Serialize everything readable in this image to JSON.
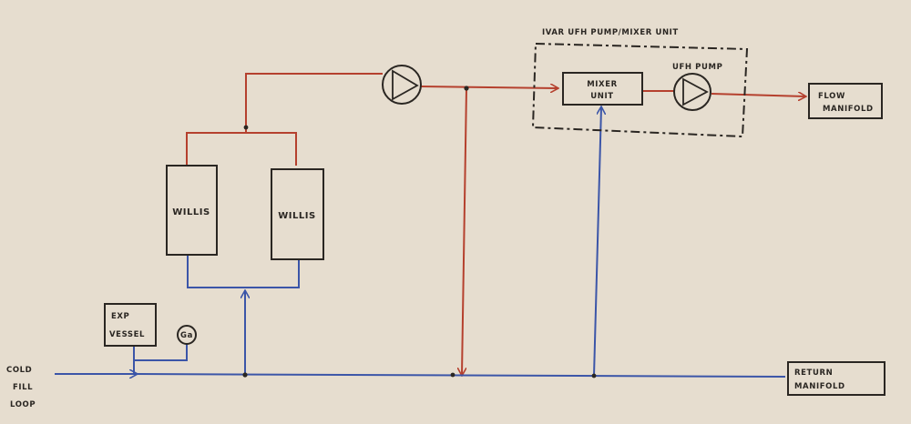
{
  "diagram": {
    "colors": {
      "paper": "#e6ddcf",
      "ink": "#2a2622",
      "flow": "#b5402e",
      "return": "#3b55a8"
    },
    "unit_title": "IVAR UFH PUMP/MIXER UNIT",
    "boiler_left": "WILLIS",
    "boiler_right": "WILLIS",
    "mixer_line1": "MIXER",
    "mixer_line2": "UNIT",
    "ufh_pump": "UFH PUMP",
    "flow_line1": "FLOW",
    "flow_line2": "MANIFOLD",
    "return_line1": "RETURN",
    "return_line2": "MANIFOLD",
    "exp_line1": "EXP",
    "exp_line2": "VESSEL",
    "gauge": "Ga",
    "cold_line1": "COLD",
    "cold_line2": "FILL",
    "cold_line3": "LOOP"
  }
}
